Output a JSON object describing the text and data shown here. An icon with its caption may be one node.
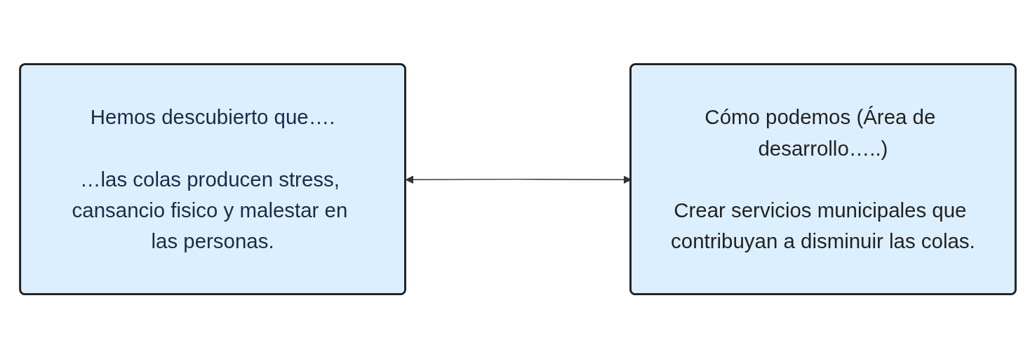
{
  "diagram": {
    "nodes": [
      {
        "text": [
          "Hemos descubierto que….",
          "…las colas producen stress, cansancio fisico y malestar en las personas."
        ]
      },
      {
        "text": [
          "Cómo podemos (Área de desarrollo…..)",
          "Crear servicios municipales que contribuyan a disminuir las colas."
        ]
      }
    ],
    "edges": [
      {
        "from": 0,
        "to": 1,
        "arrow": "both"
      }
    ]
  }
}
